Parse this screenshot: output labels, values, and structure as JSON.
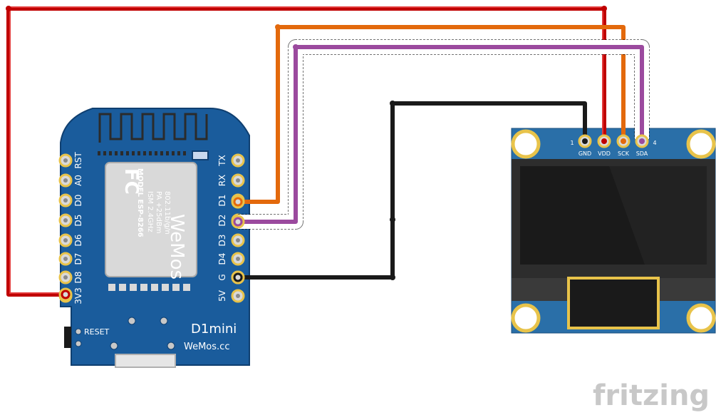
{
  "board": {
    "name": "D1mini",
    "brand_line": "WeMos.cc",
    "reset_label": "RESET",
    "module": {
      "logo_text": "WeMos",
      "fc_mark": "FC",
      "lines": [
        "MODEL  ESP-8266",
        "ISM 2.4GHz",
        "PA +25dBm",
        "802.11b/g/n"
      ]
    },
    "left_pins": [
      "RST",
      "A0",
      "D0",
      "D5",
      "D6",
      "D7",
      "D8",
      "3V3"
    ],
    "right_pins": [
      "TX",
      "RX",
      "D1",
      "D2",
      "D3",
      "D4",
      "G",
      "5V"
    ]
  },
  "oled": {
    "pins": [
      {
        "num": "1",
        "label": "GND"
      },
      {
        "num": "",
        "label": "VDD"
      },
      {
        "num": "",
        "label": "SCK"
      },
      {
        "num": "4",
        "label": "SDA"
      }
    ]
  },
  "wires": [
    {
      "name": "3V3-VDD",
      "color": "#c00000"
    },
    {
      "name": "D1-SCK",
      "color": "#e3690c"
    },
    {
      "name": "D2-SDA",
      "color": "#9b4a9e"
    },
    {
      "name": "G-GND",
      "color": "#1a1a1a"
    }
  ],
  "colors": {
    "board_blue": "#1a5c9c",
    "oled_blue": "#2a6fa8",
    "pad_gold": "#e8c34a"
  },
  "watermark": "fritzing"
}
